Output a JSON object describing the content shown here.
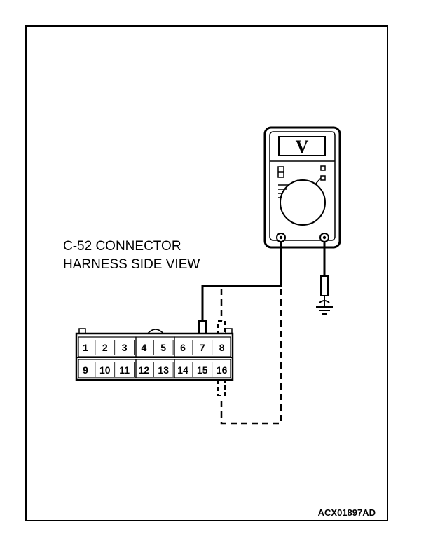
{
  "labels": {
    "connector_line1": "C-52 CONNECTOR",
    "connector_line2": "HARNESS SIDE VIEW",
    "figure_code": "ACX01897AD",
    "meter_display": "V"
  },
  "connector": {
    "top_row": [
      "1",
      "2",
      "3",
      "4",
      "5",
      "6",
      "7",
      "8"
    ],
    "bottom_row": [
      "9",
      "10",
      "11",
      "12",
      "13",
      "14",
      "15",
      "16"
    ]
  },
  "icons": {
    "meter": "voltmeter-icon",
    "ground": "ground-symbol-icon",
    "probe": "test-probe-icon"
  }
}
